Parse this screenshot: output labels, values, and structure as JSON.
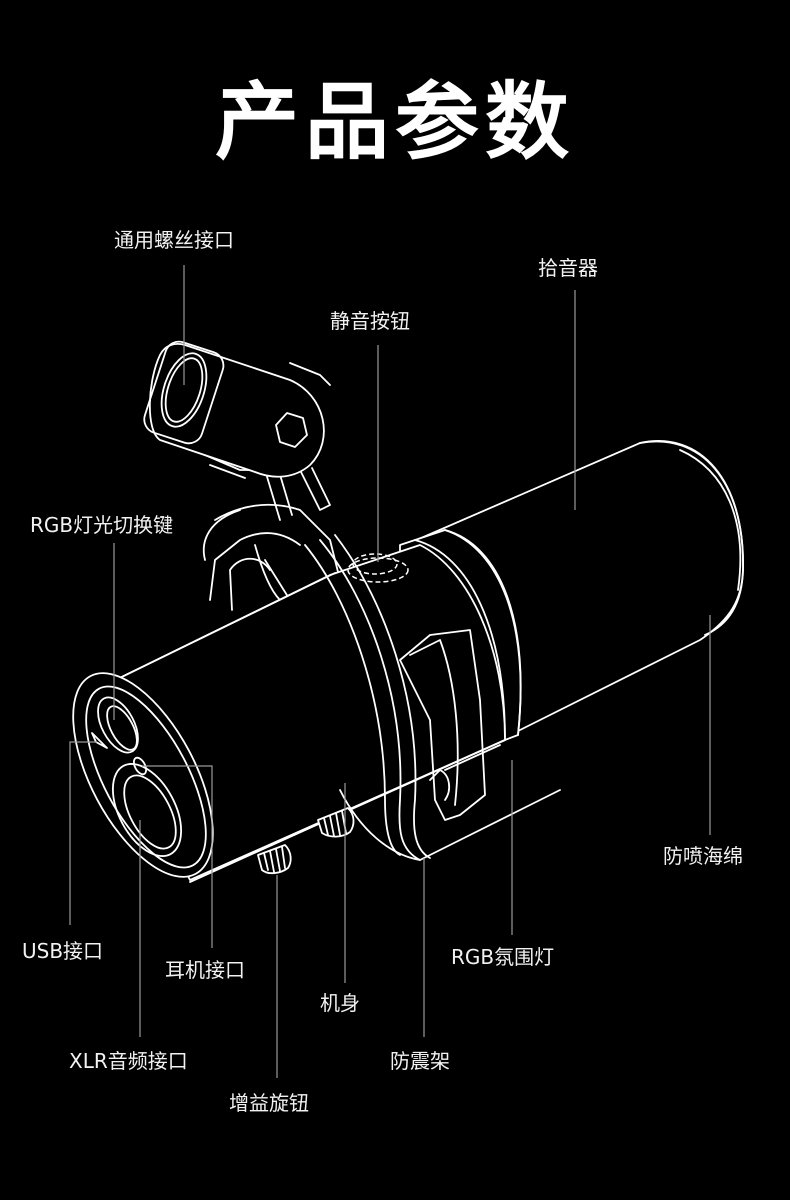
{
  "title": "产品参数",
  "labels": {
    "universal_thread": "通用螺丝接口",
    "capsule": "拾音器",
    "mute_button": "静音按钮",
    "rgb_switch": "RGB灯光切换键",
    "pop_filter": "防喷海绵",
    "usb_port": "USB接口",
    "headphone_jack": "耳机接口",
    "body": "机身",
    "rgb_ambient_light": "RGB氛围灯",
    "xlr_port": "XLR音频接口",
    "shock_mount": "防震架",
    "gain_knob": "增益旋钮"
  },
  "colors": {
    "background": "#000000",
    "lines": "#ffffff",
    "leader": "#9a9a9a"
  }
}
